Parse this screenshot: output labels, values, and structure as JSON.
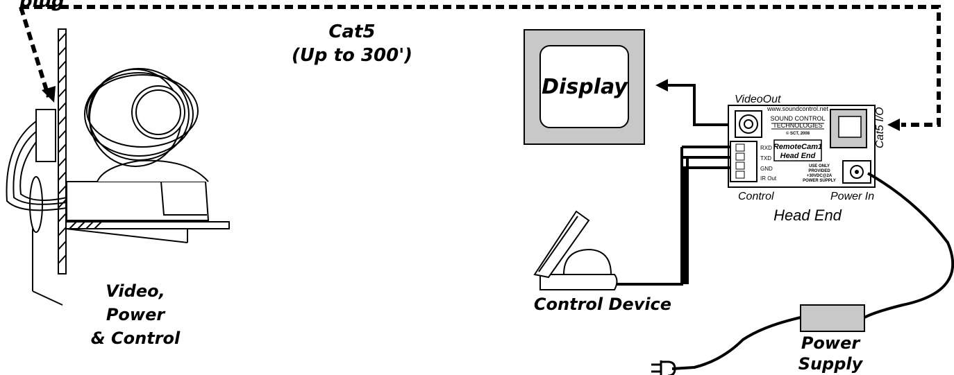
{
  "labels": {
    "top_partial": "plug",
    "cat5": "Cat5",
    "cat5_range": "(Up to 300')",
    "display": "Display",
    "video_out": "VideoOut",
    "cat5_io": "Cat5 I/O",
    "control": "Control",
    "power_in": "Power In",
    "head_end": "Head End",
    "control_device": "Control Device",
    "power_supply_line1": "Power",
    "power_supply_line2": "Supply",
    "bundle_line1": "Video,",
    "bundle_line2": "Power",
    "bundle_line3": "& Control"
  },
  "device": {
    "url": "www.soundcontrol.net",
    "brand_line1": "SOUND CONTROL",
    "brand_line2": "TECHNOLOGIES",
    "copyright": "© SCT, 2008",
    "model_line1": "RemoteCam1",
    "model_line2": "Head End",
    "pins": [
      "RXD",
      "TXD",
      "GND",
      "IR Out"
    ],
    "power_note": [
      "USE ONLY",
      "PROVIDED",
      "+30VDC@2A",
      "POWER SUPPLY"
    ]
  }
}
